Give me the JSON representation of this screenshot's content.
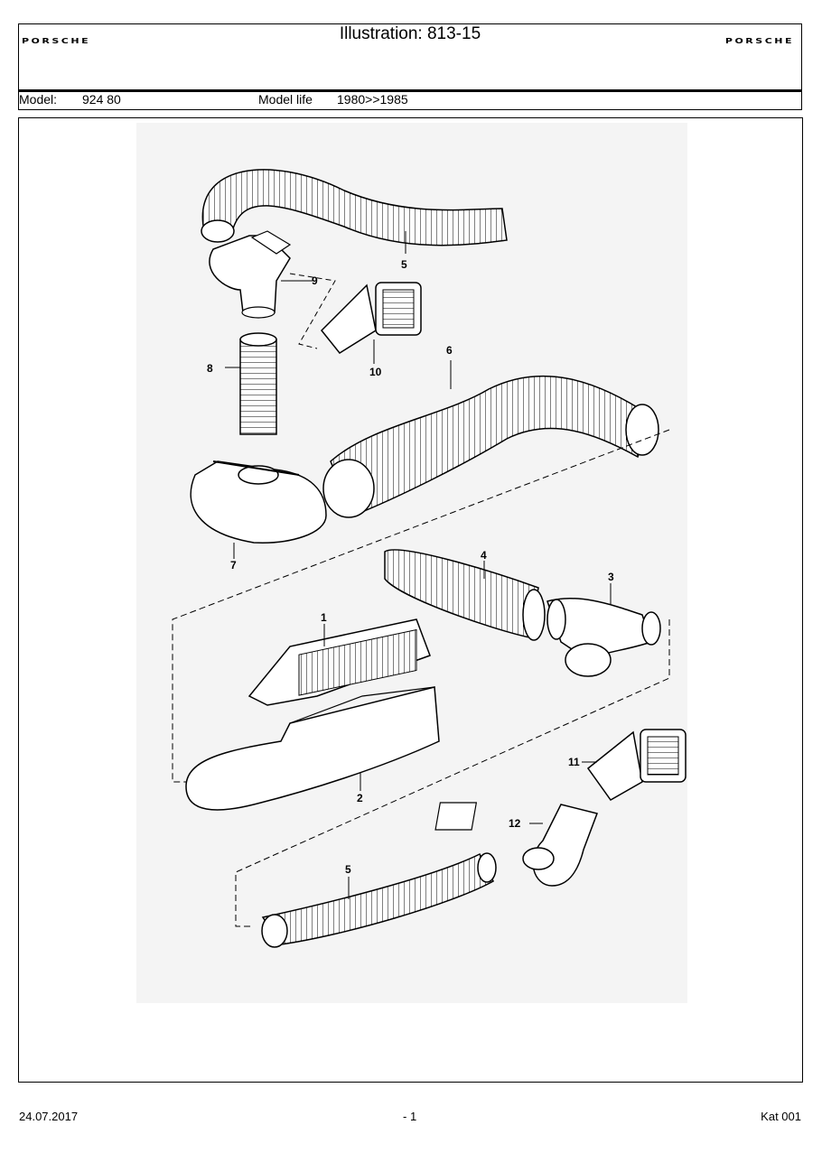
{
  "header": {
    "brand_left": "PORSCHE",
    "brand_right": "PORSCHE",
    "title": "Illustration: 813-15",
    "model_label": "Model:",
    "model_value": "924 80",
    "model_life_label": "Model life",
    "model_life_value": "1980>>1985"
  },
  "figure": {
    "callouts": [
      "5",
      "9",
      "10",
      "8",
      "6",
      "7",
      "4",
      "3",
      "1",
      "2",
      "11",
      "12",
      "5"
    ]
  },
  "footer": {
    "date": "24.07.2017",
    "page": "- 1",
    "catalog": "Kat 001"
  }
}
